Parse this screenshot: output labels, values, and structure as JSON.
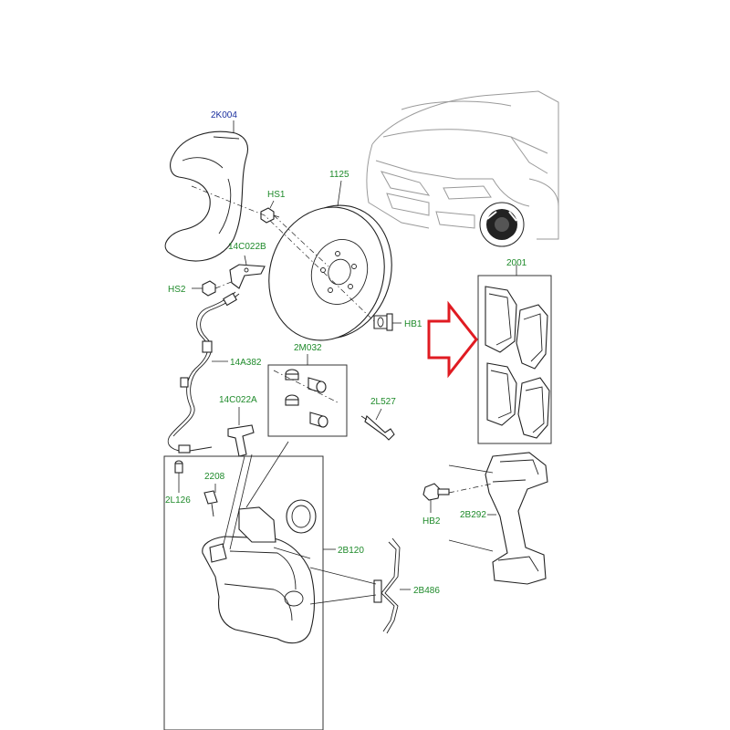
{
  "colors": {
    "label_green": "#1e8a2a",
    "label_blue": "#1a2f9e",
    "arrow_red": "#e01b22",
    "line": "#222222"
  },
  "labels": {
    "shield": "2K004",
    "bolt_hs1": "HS1",
    "disc": "1125",
    "bracket_upper": "14C022B",
    "bolt_hs2": "HS2",
    "wheel_bolt_hb1": "HB1",
    "sensor_cable": "14A382",
    "seal_kit": "2M032",
    "guide_pin": "2L527",
    "bracket_lower": "14C022A",
    "bleed_valve": "2208",
    "bleed_cap": "2L126",
    "caliper": "2B120",
    "pads": "2001",
    "bolt_hb2": "HB2",
    "carrier": "2B292",
    "spring_clip": "2B486"
  }
}
